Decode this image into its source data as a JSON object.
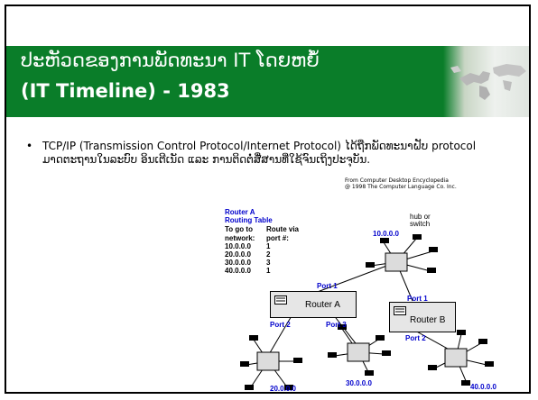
{
  "title": {
    "line1": "ປະຫັວດຂອງການພັດທະນາ IT ໂດຍຫຍໍ້",
    "line2": "(IT Timeline) - 1983"
  },
  "bullet": {
    "text": "TCP/IP (Transmission Control Protocol/Internet Protocol) ໄດ້ຖືກພັດທະນາຝັບ protocol ມາດຕະຖານໃນລະບົບ ອິນເຕີເນັດ ແລະ ການຕິດຕໍ່ສື່ສານທີ່ໃຊ້ຈົນເຖິງປະຈຸບັນ."
  },
  "diagram": {
    "credit": "From Computer Desktop Encyclopedia\n@ 1998 The Computer Language Co. Inc.",
    "routing_table": {
      "title_line1": "Router A",
      "title_line2": "Routing Table",
      "head_col1_l1": "To go to",
      "head_col2_l1": "Route via",
      "head_col1_l2": "network:",
      "head_col2_l2": "port #:",
      "rows": [
        {
          "network": "10.0.0.0",
          "port": "1"
        },
        {
          "network": "20.0.0.0",
          "port": "2"
        },
        {
          "network": "30.0.0.0",
          "port": "3"
        },
        {
          "network": "40.0.0.0",
          "port": "1"
        }
      ]
    },
    "hub_label": "hub or\nswitch",
    "net_10": "10.0.0.0",
    "net_20": "20.0.0.0",
    "net_30": "30.0.0.0",
    "net_40": "40.0.0.0",
    "router_a": "Router A",
    "router_b": "Router B",
    "port1_a": "Port 1",
    "port2_a": "Port 2",
    "port3_a": "Port 3",
    "port1_b": "Port 1",
    "port2_b": "Port 2"
  },
  "colors": {
    "title_bar": "#0a7d29",
    "diagram_blue": "#0000cc"
  }
}
